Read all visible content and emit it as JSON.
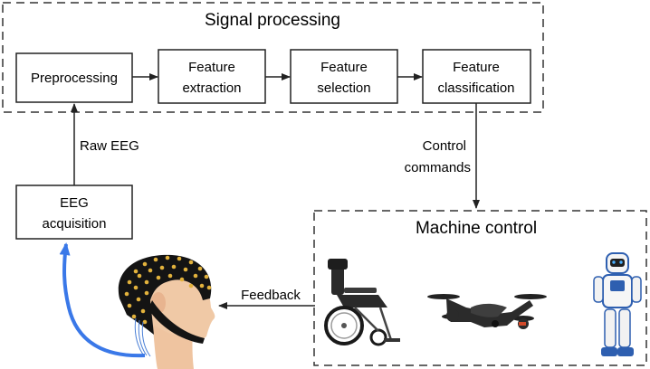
{
  "diagram": {
    "signal_processing": {
      "title": "Signal processing",
      "steps": [
        {
          "lines": [
            "Preprocessing"
          ]
        },
        {
          "lines": [
            "Feature",
            "extraction"
          ]
        },
        {
          "lines": [
            "Feature",
            "selection"
          ]
        },
        {
          "lines": [
            "Feature",
            "classification"
          ]
        }
      ]
    },
    "acquisition": {
      "lines": [
        "EEG",
        "acquisition"
      ]
    },
    "raw_eeg_label": "Raw EEG",
    "control_commands": [
      "Control",
      "commands"
    ],
    "machine_control": {
      "title": "Machine control"
    },
    "feedback_label": "Feedback"
  },
  "icons": [
    "eeg-cap-head-icon",
    "wheelchair-icon",
    "drone-icon",
    "robot-icon"
  ],
  "colors": {
    "line": "#222222",
    "dash": "#333333",
    "cable": "#3a78e8",
    "cap": "#141414",
    "electrode": "#e2b23c",
    "skin": "#f0c9a6"
  }
}
